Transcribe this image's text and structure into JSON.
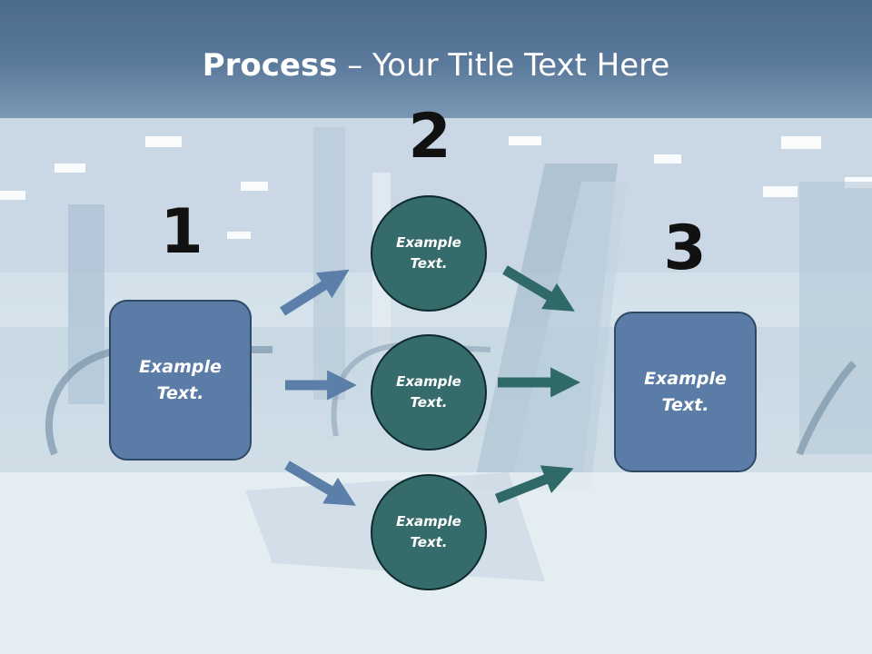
{
  "title": {
    "bold": "Process",
    "rest": " – Your Title Text Here"
  },
  "steps": {
    "one": "1",
    "two": "2",
    "three": "3"
  },
  "left_box": {
    "text": "Example\nText."
  },
  "circles": [
    {
      "text": "Example\nText."
    },
    {
      "text": "Example\nText."
    },
    {
      "text": "Example\nText."
    }
  ],
  "right_box": {
    "text": "Example\nText."
  },
  "colors": {
    "title_band": "#4b6a8c",
    "box_fill": "#5a7ca6",
    "box_border": "#2f4a66",
    "circle_fill": "#356b6a",
    "circle_border": "#0f2a2d",
    "arrow_blue": "#5b7fa8",
    "arrow_teal": "#2f6a68"
  }
}
